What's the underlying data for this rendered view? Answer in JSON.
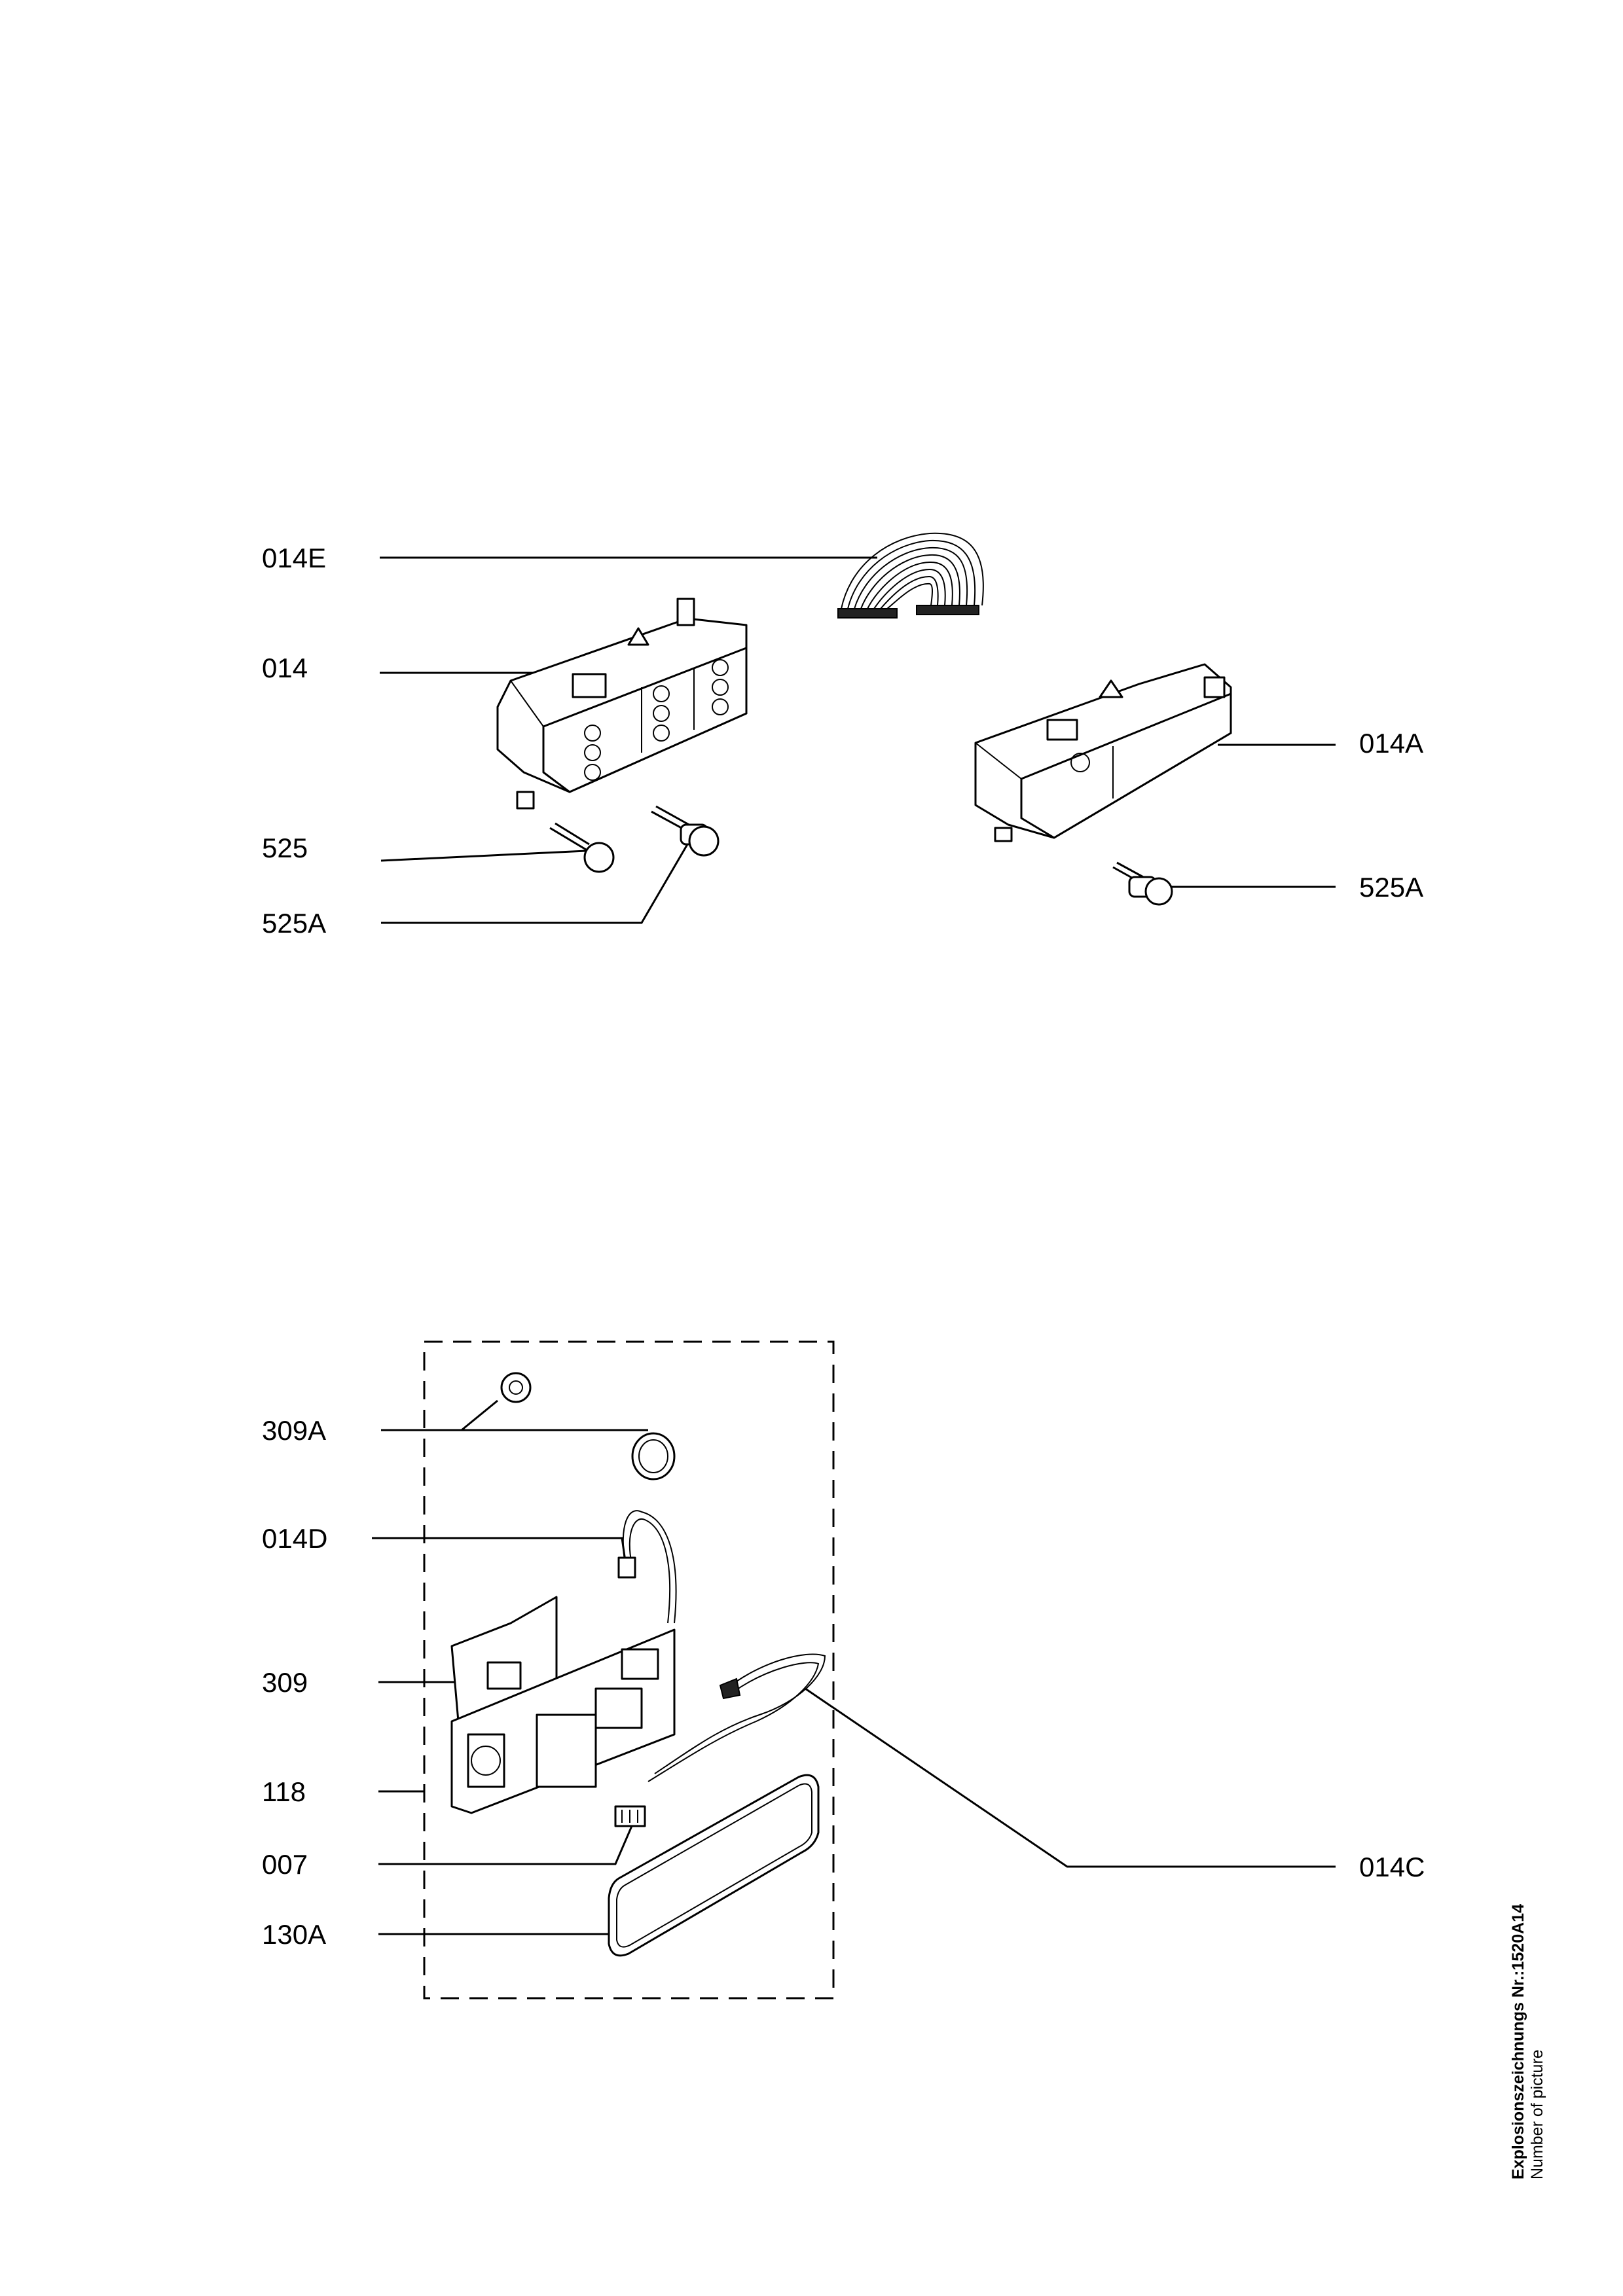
{
  "labels": {
    "l_014E": "014E",
    "l_014": "014",
    "l_525": "525",
    "l_525A_left": "525A",
    "l_014A": "014A",
    "l_525A_right": "525A",
    "l_309A": "309A",
    "l_014D": "014D",
    "l_309": "309",
    "l_118": "118",
    "l_007": "007",
    "l_130A": "130A",
    "l_014C": "014C"
  },
  "footer": {
    "drawing_number": "Explosionszeichnungs Nr.:1520A14",
    "caption": "Number of picture"
  }
}
